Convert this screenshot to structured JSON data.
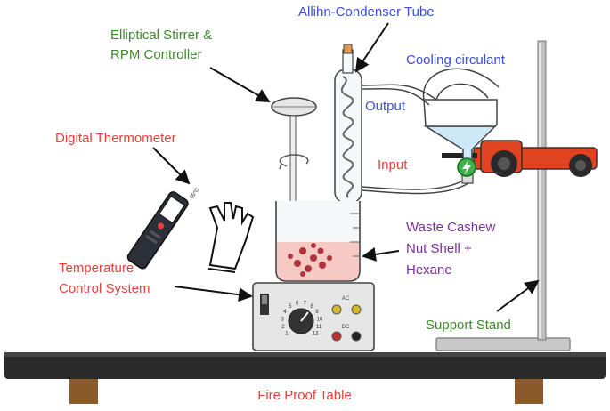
{
  "labels": {
    "condenser": "Allihn-Condenser Tube",
    "stirrer_line1": "Elliptical Stirrer &",
    "stirrer_line2": "RPM Controller",
    "cooling": "Cooling circulant",
    "output": "Output",
    "input": "Input",
    "thermometer": "Digital Thermometer",
    "thermo_reading": "65°C",
    "waste_line1": "Waste Cashew",
    "waste_line2": "Nut Shell +",
    "waste_line3": "Hexane",
    "temp_line1": "Temperature",
    "temp_line2": "Control System",
    "support": "Support Stand",
    "table": "Fire Proof Table",
    "ac": "AC",
    "dc": "DC"
  },
  "dial_ticks": [
    "1",
    "2",
    "3",
    "4",
    "5",
    "6",
    "7",
    "8",
    "9",
    "10",
    "11",
    "12"
  ],
  "colors": {
    "red_label": "#e8403a",
    "green_label": "#3d8a2e",
    "blue_label": "#3c4fd8",
    "purple_label": "#7a2f9e",
    "clamp_orange": "#e0431f",
    "table_dark": "#2b2b2b",
    "table_leg": "#8a5a2b",
    "liquid_pink": "#f7c9c4",
    "coolant_blue": "#cde8f7"
  },
  "icons": [
    "stirrer-icon",
    "thermometer-icon",
    "glove-icon",
    "rotation-arrow-icon",
    "lightning-icon"
  ]
}
